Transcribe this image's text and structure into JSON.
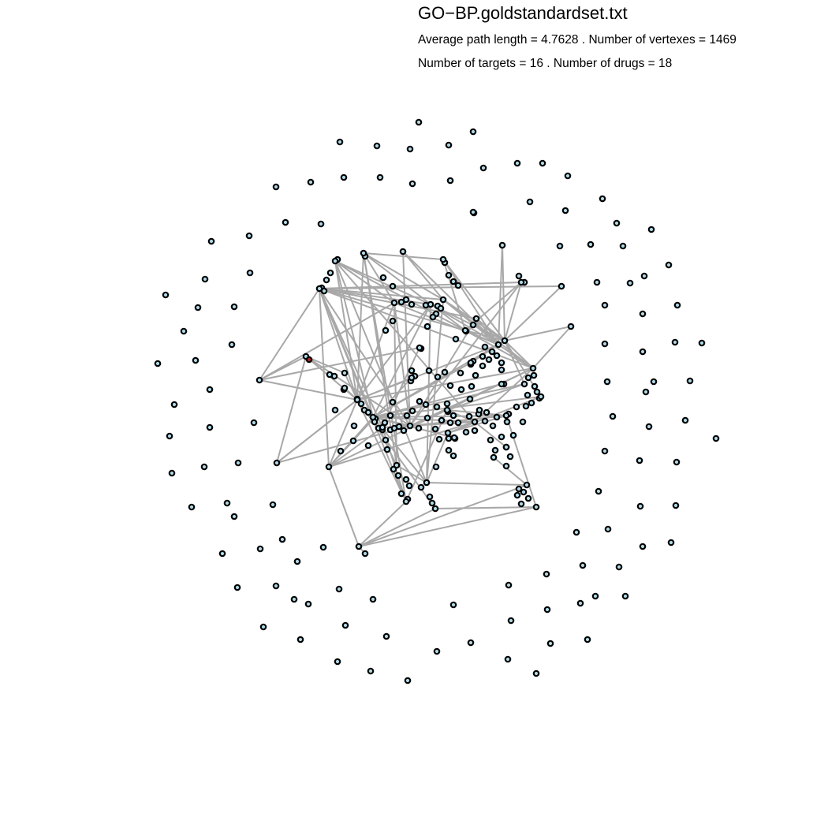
{
  "header": {
    "title": "GO−BP.goldstandardset.txt",
    "line1": "Average path length = 4.7628 . Number of vertexes = 1469",
    "line2": "Number of targets = 16 . Number of drugs = 18"
  },
  "colors": {
    "node_fill": "#add8e6",
    "node_stroke": "#000000",
    "target_fill": "#b22222",
    "edge": "#a8a8a8",
    "background": "#ffffff"
  }
}
